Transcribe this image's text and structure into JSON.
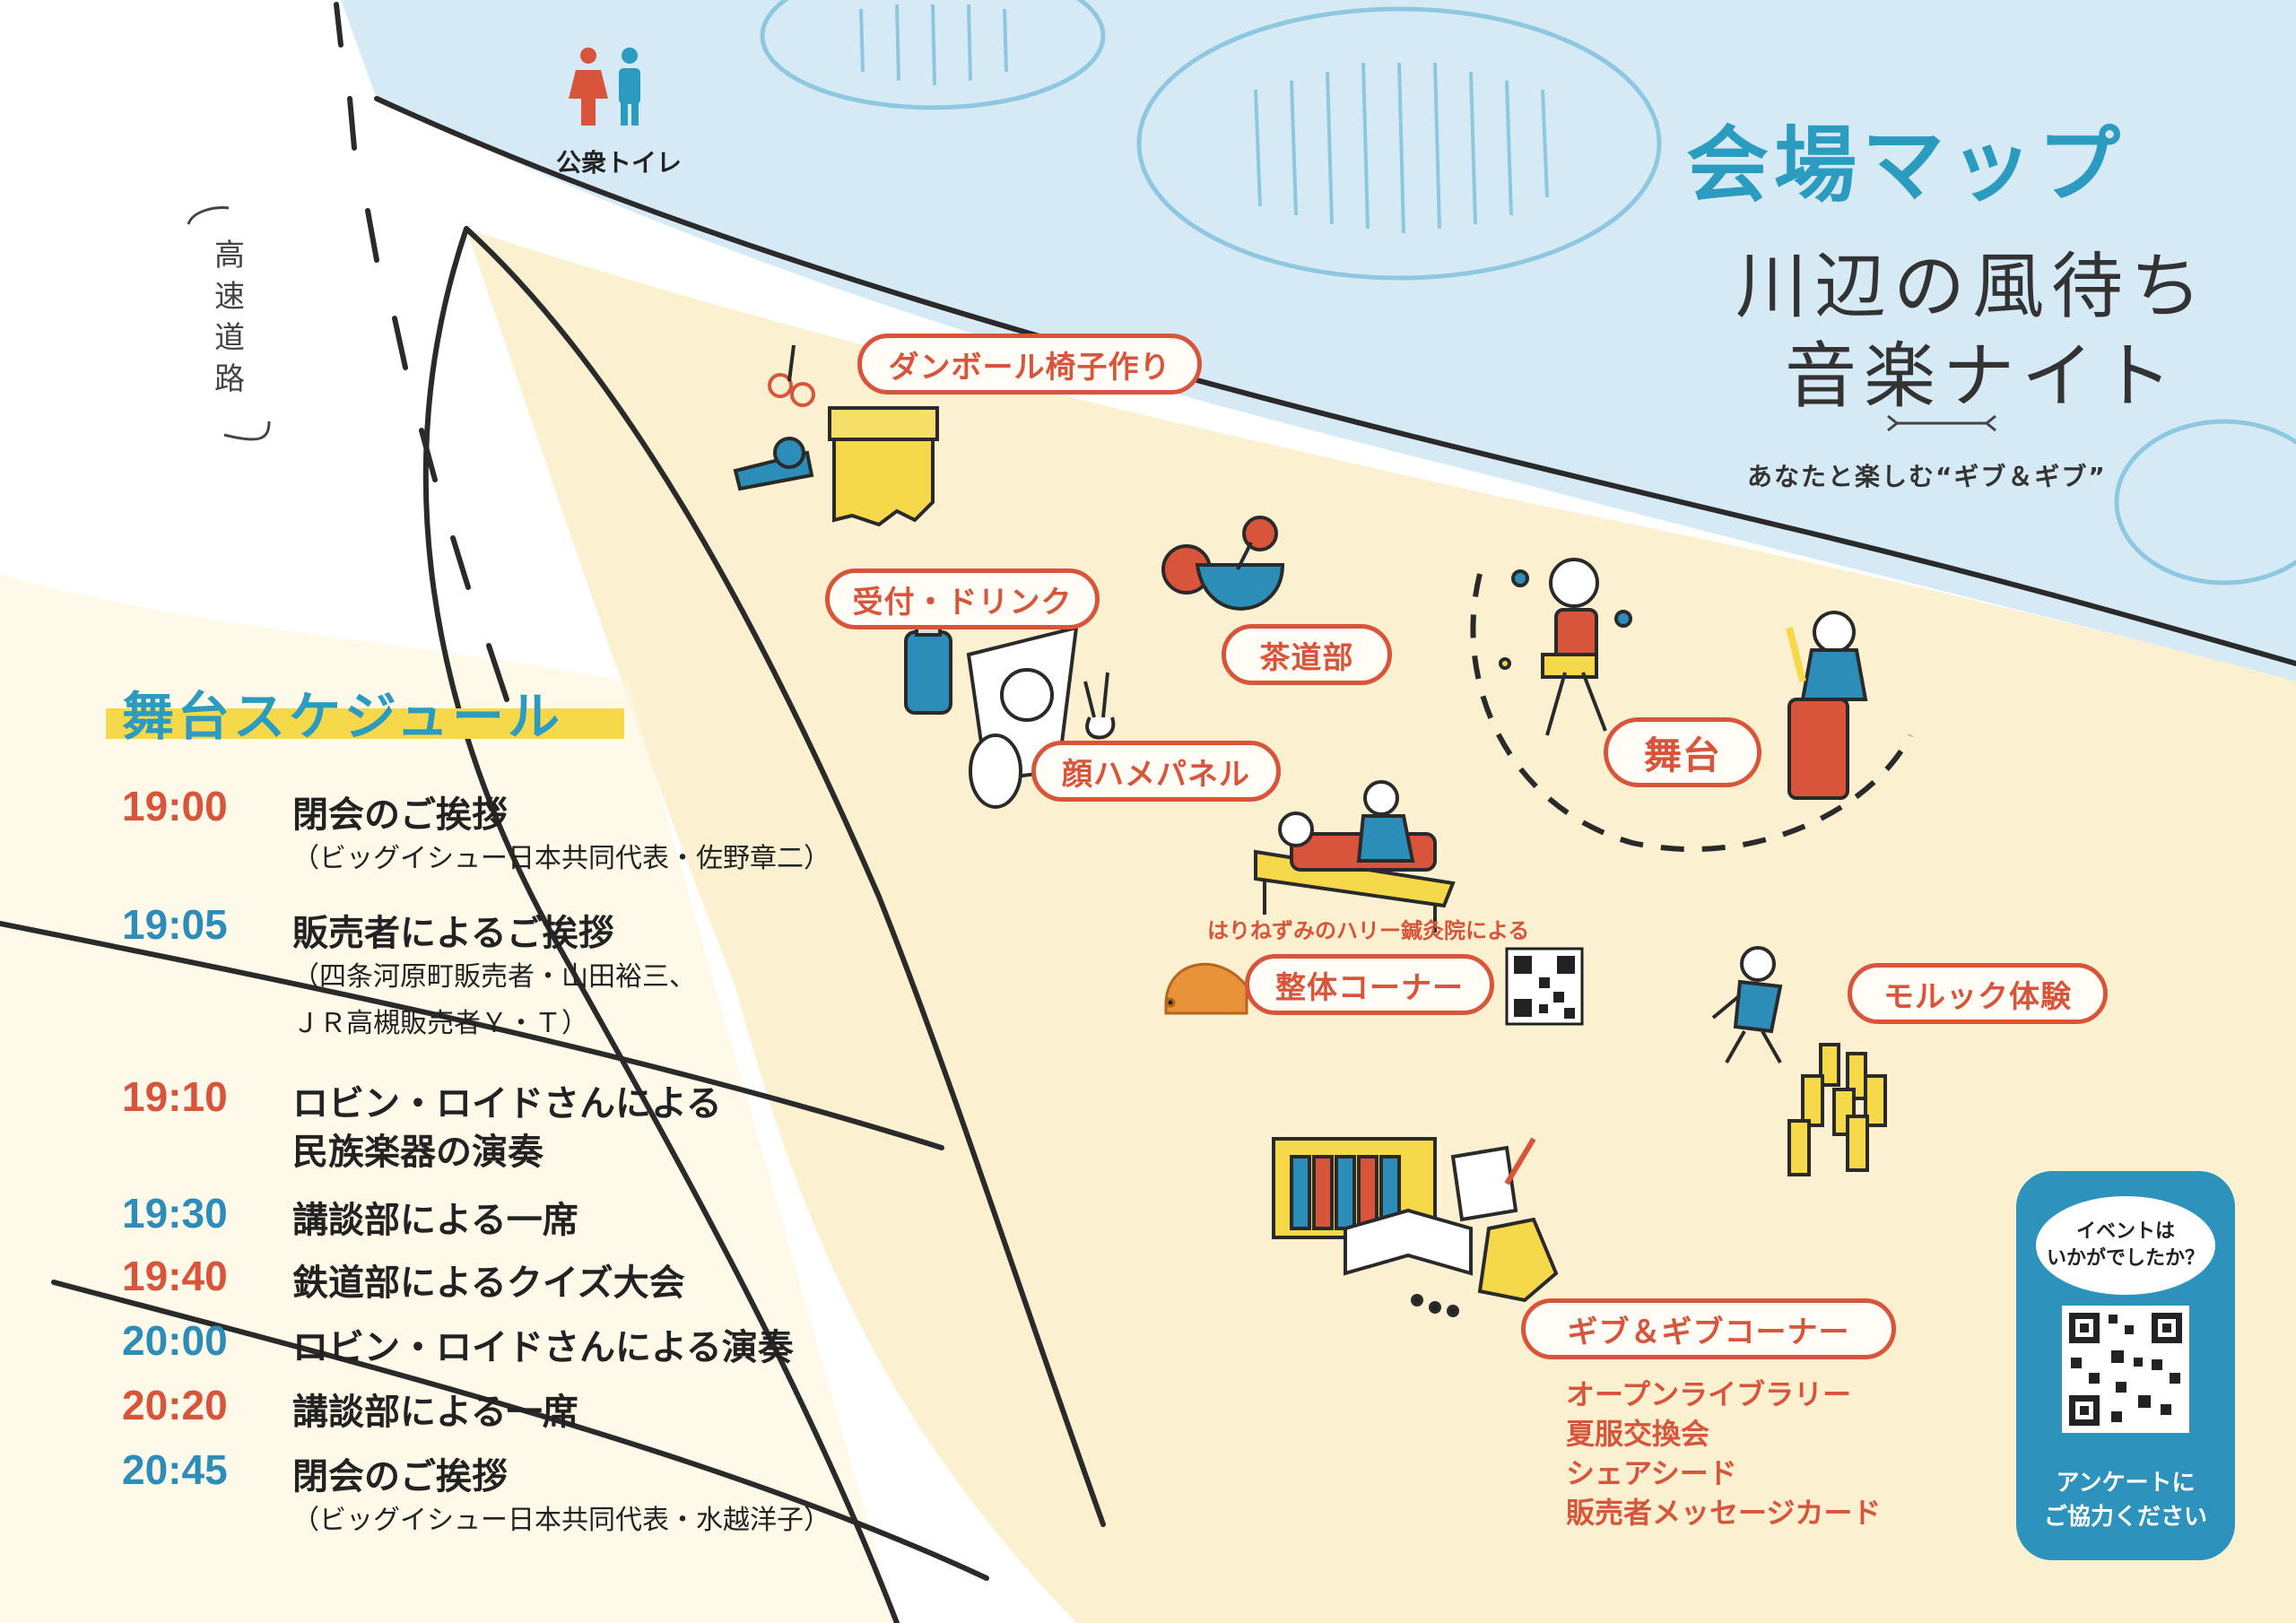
{
  "header": {
    "title": "会場マップ",
    "subtitle_line1": "川辺の風待ち",
    "subtitle_line2": "音楽ナイト",
    "tagline": "あなたと楽しむ“ギブ＆ギブ”"
  },
  "map": {
    "toilet_label": "公衆トイレ",
    "highway_label": [
      "高",
      "速",
      "道",
      "路"
    ],
    "spots": {
      "cardboard_chairs": "ダンボール椅子作り",
      "reception": "受付・ドリンク",
      "tea_club": "茶道部",
      "face_panel": "顔ハメパネル",
      "stage": "舞台",
      "seitai_host": "はりねずみのハリー鍼灸院による",
      "seitai": "整体コーナー",
      "molkky": "モルック体験",
      "give_corner": "ギブ＆ギブコーナー"
    },
    "give_items": [
      "オープンライブラリー",
      "夏服交換会",
      "シェアシード",
      "販売者メッセージカード"
    ]
  },
  "schedule": {
    "heading": "舞台スケジュール",
    "items": [
      {
        "time": "19:00",
        "event": "閉会のご挨拶",
        "notes": [
          "（ビッグイシュー日本共同代表・佐野章二）"
        ],
        "color": "#d8543a"
      },
      {
        "time": "19:05",
        "event": "販売者によるご挨拶",
        "notes": [
          "（四条河原町販売者・山田裕三、",
          "ＪＲ高槻販売者Ｙ・Ｔ）"
        ],
        "color": "#2b8db8"
      },
      {
        "time": "19:10",
        "event": "ロビン・ロイドさんによる",
        "event2": "民族楽器の演奏",
        "color": "#d8543a"
      },
      {
        "time": "19:30",
        "event": "講談部による一席",
        "color": "#2b8db8"
      },
      {
        "time": "19:40",
        "event": "鉄道部によるクイズ大会",
        "color": "#d8543a"
      },
      {
        "time": "20:00",
        "event": "ロビン・ロイドさんによる演奏",
        "color": "#2b8db8"
      },
      {
        "time": "20:20",
        "event": "講談部による一席",
        "color": "#d8543a"
      },
      {
        "time": "20:45",
        "event": "閉会のご挨拶",
        "notes": [
          "（ビッグイシュー日本共同代表・水越洋子）"
        ],
        "color": "#2b8db8"
      }
    ]
  },
  "survey": {
    "bubble_line1": "イベントは",
    "bubble_line2": "いかがでしたか？",
    "caption_line1": "アンケートに",
    "caption_line2": "ご協力ください"
  },
  "colors": {
    "accent_red": "#d8543a",
    "accent_blue": "#2b9bc0",
    "ground": "#fbf1d0",
    "highlight_yellow": "#f5d94a",
    "sky": "#cfe6f3"
  }
}
